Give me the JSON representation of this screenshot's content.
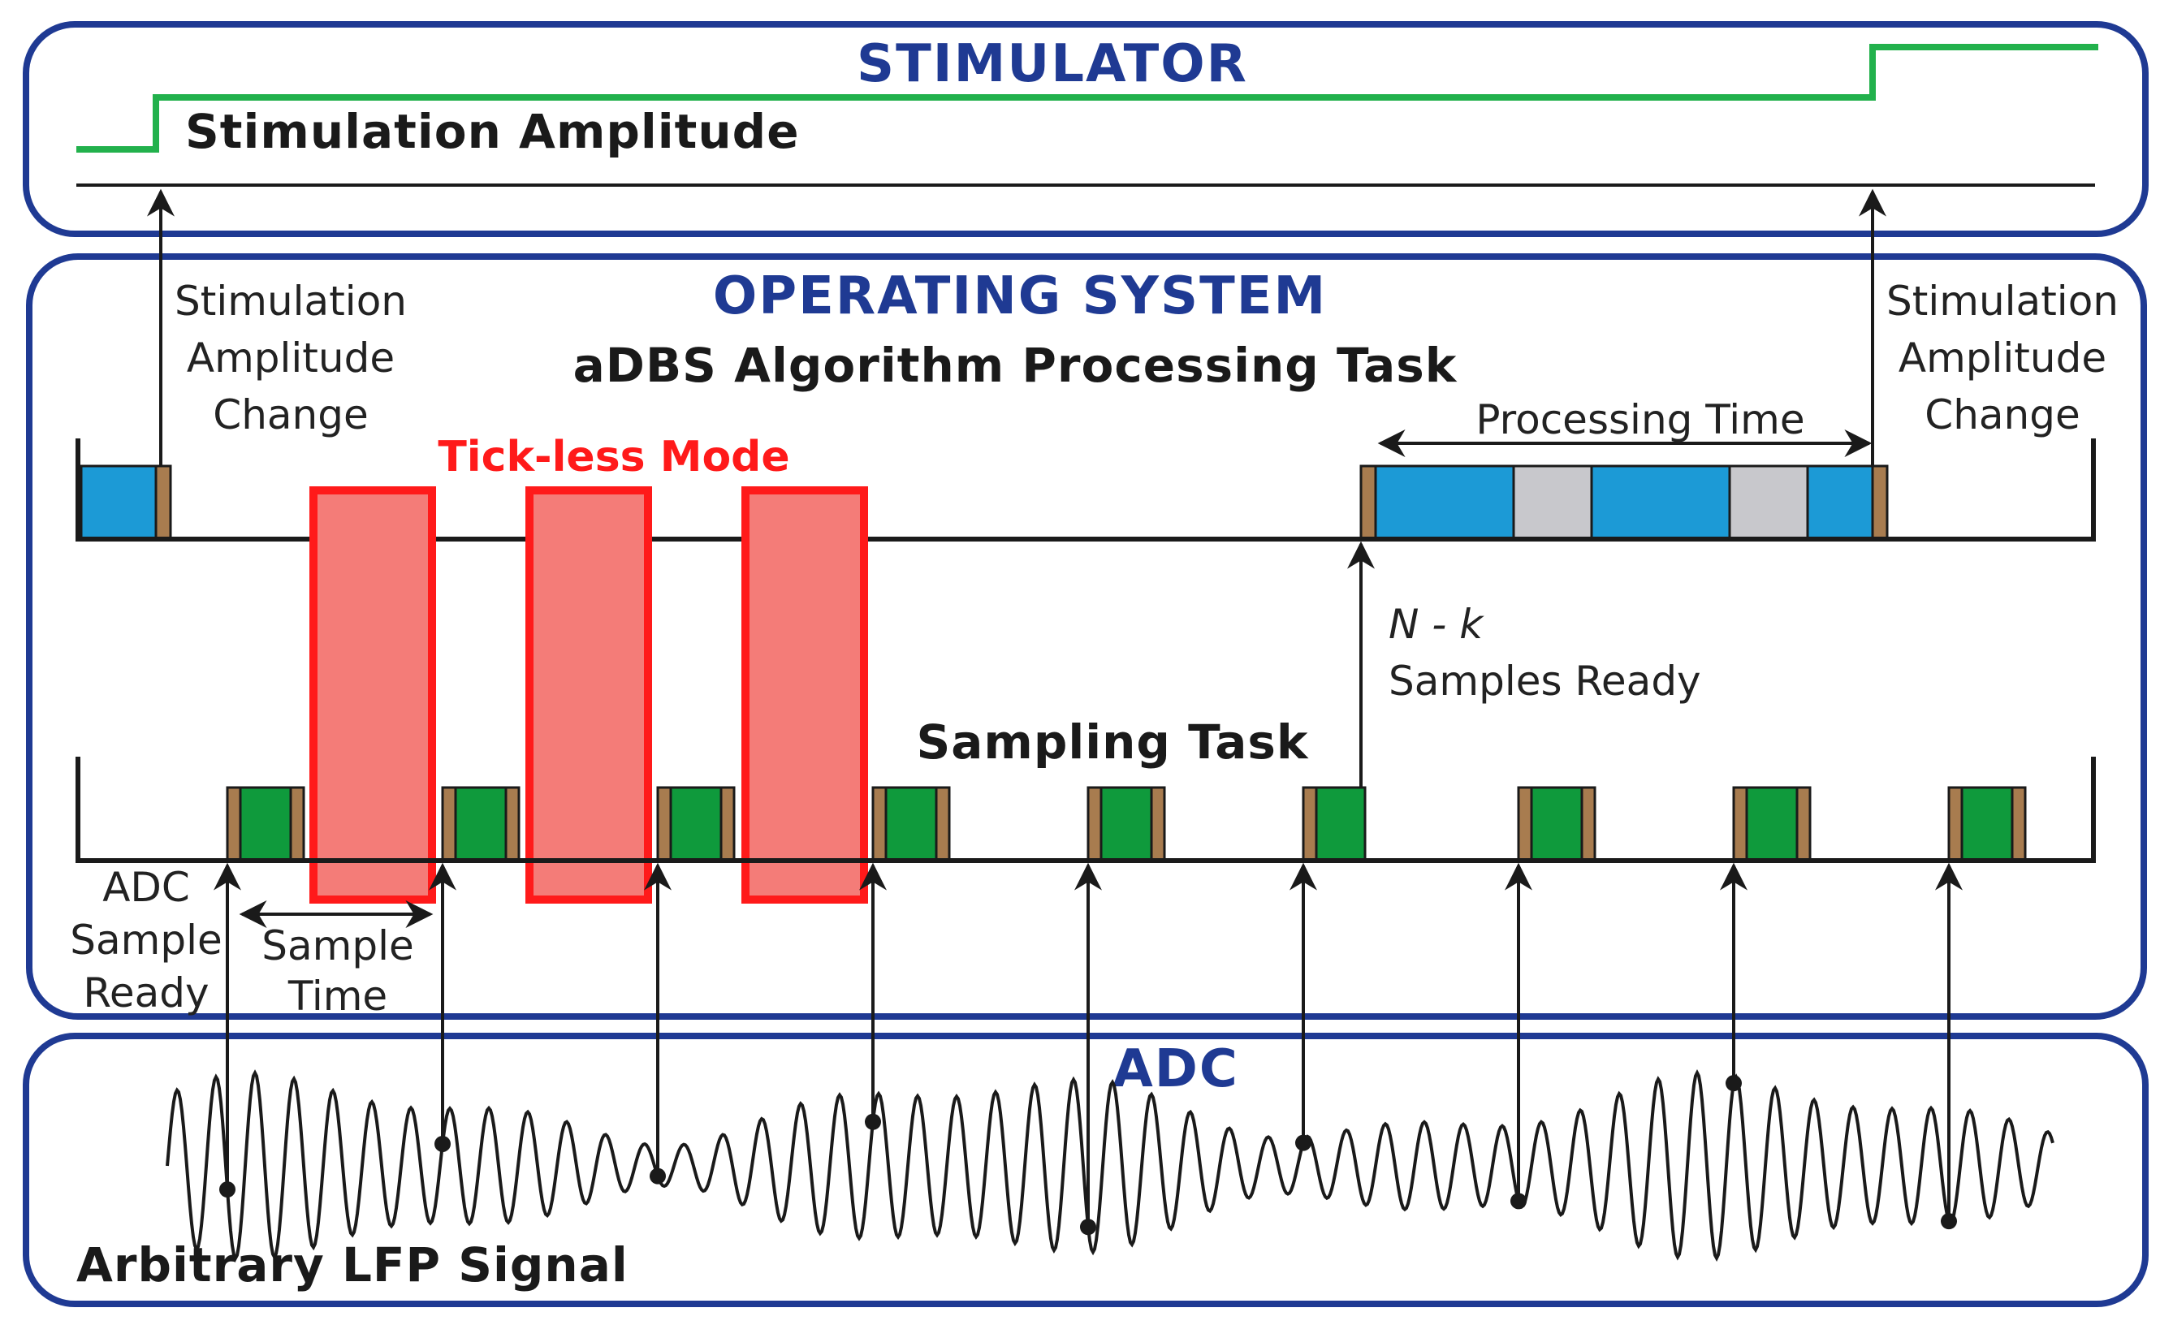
{
  "colors": {
    "panel_border": "#1f3a93",
    "title_blue": "#1f3a93",
    "stim_green": "#22b14c",
    "task_blue": "#1c9ad6",
    "task_gray": "#c8c8cc",
    "context_brown": "#a87c4f",
    "sample_green": "#0f9a3c",
    "tickless_fill": "#f47c78",
    "tickless_border": "#ff1a1a",
    "line_black": "#1a1a1a"
  },
  "stimulator": {
    "title": "STIMULATOR",
    "amplitude_label": "Stimulation Amplitude"
  },
  "operating_system": {
    "title": "OPERATING SYSTEM",
    "algorithm_task_label": "aDBS Algorithm Processing Task",
    "stim_change_left": [
      "Stimulation",
      "Amplitude",
      "Change"
    ],
    "stim_change_right": [
      "Stimulation",
      "Amplitude",
      "Change"
    ],
    "processing_time_label": "Processing Time",
    "tickless_label": "Tick-less Mode",
    "nk_label": "N - k",
    "samples_ready_label": "Samples Ready",
    "sampling_task_label": "Sampling Task",
    "adc_sample_ready": [
      "ADC",
      "Sample",
      "Ready"
    ],
    "sample_time": [
      "Sample",
      "Time"
    ]
  },
  "adc": {
    "title": "ADC",
    "signal_label": "Arbitrary LFP Signal"
  }
}
